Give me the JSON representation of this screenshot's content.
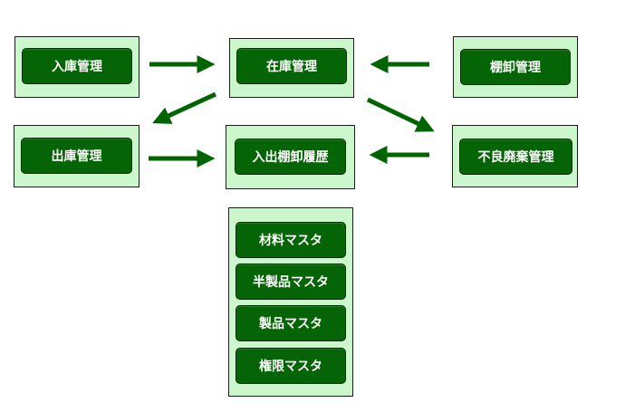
{
  "colors": {
    "panel_bg": "#ccf7cc",
    "button_bg": "#056405",
    "arrow": "#006400",
    "button_text": "#ffffff"
  },
  "menu": {
    "receiving": "入庫管理",
    "stock": "在庫管理",
    "inventory_count": "棚卸管理",
    "shipping": "出庫管理",
    "history": "入出棚卸履歴",
    "defect_disposal": "不良廃棄管理"
  },
  "masters": {
    "material": "材料マスタ",
    "semi_product": "半製品マスタ",
    "product": "製品マスタ",
    "permission": "権限マスタ"
  }
}
